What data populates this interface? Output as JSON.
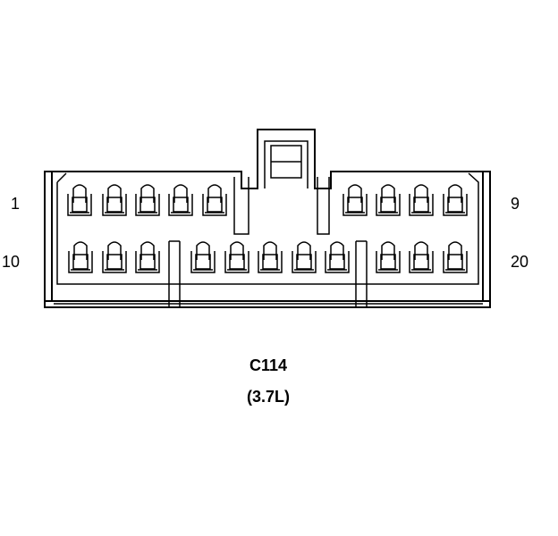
{
  "connector": {
    "name": "C114",
    "variant": "(3.7L)",
    "pin_labels": {
      "top_left": "1",
      "top_right": "9",
      "bottom_left": "10",
      "bottom_right": "20"
    },
    "rows": {
      "top_terminals": 9,
      "bottom_terminals": 11
    }
  },
  "colors": {
    "line": "#000000",
    "background": "#ffffff"
  }
}
